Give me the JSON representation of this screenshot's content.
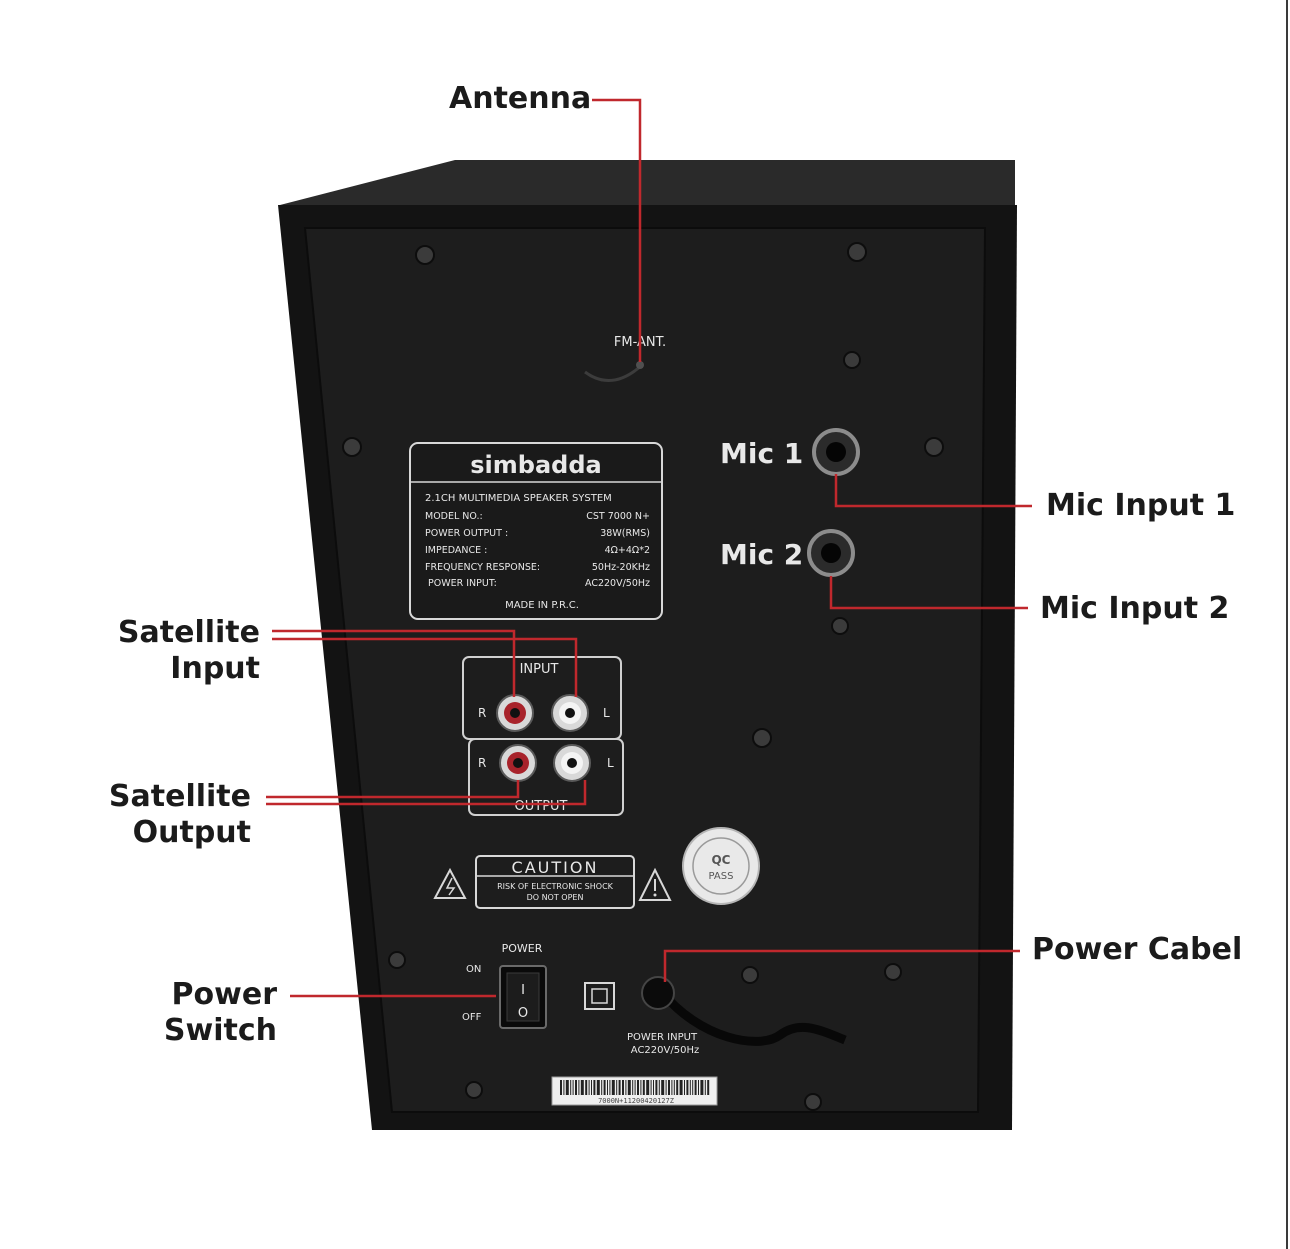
{
  "callouts": {
    "antenna": "Antenna",
    "mic_input_1": "Mic Input 1",
    "mic_input_2": "Mic Input 2",
    "satellite_input_line1": "Satellite",
    "satellite_input_line2": "Input",
    "satellite_output_line1": "Satellite",
    "satellite_output_line2": "Output",
    "power_switch_line1": "Power",
    "power_switch_line2": "Switch",
    "power_cable": "Power Cabel"
  },
  "panel": {
    "fm_ant": "FM-ANT.",
    "mic1": "Mic 1",
    "mic2": "Mic 2",
    "brand": "simbadda",
    "spec_title": "2.1CH MULTIMEDIA SPEAKER SYSTEM",
    "specs": [
      {
        "label": "MODEL NO.:",
        "value": "CST 7000 N+"
      },
      {
        "label": "POWER OUTPUT :",
        "value": "38W(RMS)"
      },
      {
        "label": "IMPEDANCE :",
        "value": "4Ω+4Ω*2"
      },
      {
        "label": "FREQUENCY RESPONSE:",
        "value": "50Hz-20KHz"
      },
      {
        "label": "POWER INPUT:",
        "value": "AC220V/50Hz"
      }
    ],
    "made_in": "MADE IN P.R.C.",
    "input_label": "INPUT",
    "output_label": "OUTPUT",
    "r": "R",
    "l": "L",
    "caution_title": "CAUTION",
    "caution_line1": "RISK OF ELECTRONIC SHOCK",
    "caution_line2": "DO NOT OPEN",
    "qc_line1": "QC",
    "qc_line2": "PASS",
    "power_label": "POWER",
    "on_label": "ON",
    "off_label": "OFF",
    "switch_on_mark": "I",
    "switch_off_mark": "O",
    "power_input_label": "POWER INPUT",
    "power_input_spec": "AC220V/50Hz",
    "barcode_text": "7000N+11200420127Z"
  },
  "colors": {
    "leader_line": "#c0282d",
    "cabinet": "#161616",
    "panel": "#1f1f1f"
  }
}
